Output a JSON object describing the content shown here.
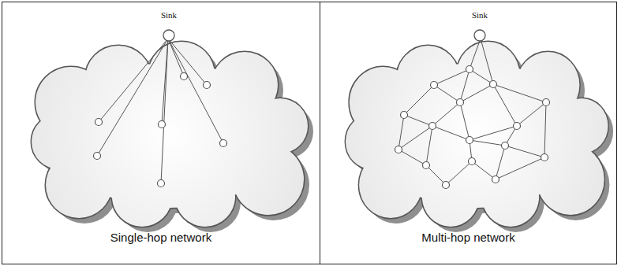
{
  "diagram": {
    "nodes": [
      {
        "text": [
          "Single-hop network"
        ]
      },
      {
        "text": [
          "Sink"
        ],
        "in": 0
      },
      {
        "text": [
          "Multi-hop network"
        ]
      },
      {
        "text": [
          "Sink"
        ],
        "in": 2
      }
    ]
  }
}
